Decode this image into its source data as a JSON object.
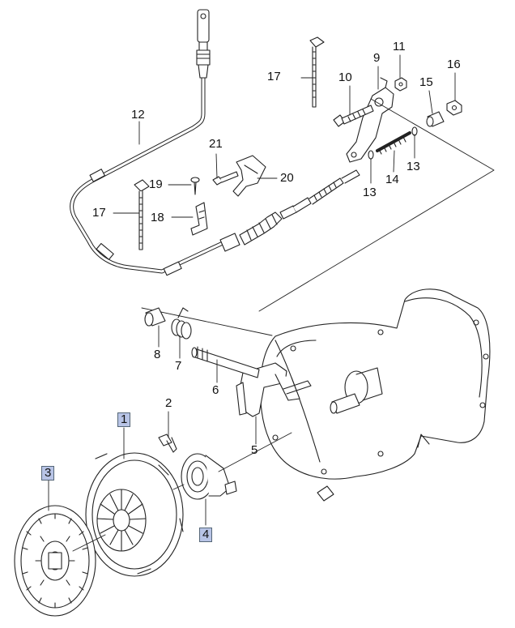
{
  "diagram": {
    "parts": [
      {
        "id": "p1",
        "number": "1",
        "highlighted": true
      },
      {
        "id": "p2",
        "number": "2",
        "highlighted": false
      },
      {
        "id": "p3",
        "number": "3",
        "highlighted": true
      },
      {
        "id": "p4",
        "number": "4",
        "highlighted": true
      },
      {
        "id": "p5",
        "number": "5",
        "highlighted": false
      },
      {
        "id": "p6",
        "number": "6",
        "highlighted": false
      },
      {
        "id": "p7",
        "number": "7",
        "highlighted": false
      },
      {
        "id": "p8",
        "number": "8",
        "highlighted": false
      },
      {
        "id": "p9",
        "number": "9",
        "highlighted": false
      },
      {
        "id": "p10",
        "number": "10",
        "highlighted": false
      },
      {
        "id": "p11",
        "number": "11",
        "highlighted": false
      },
      {
        "id": "p12",
        "number": "12",
        "highlighted": false
      },
      {
        "id": "p13a",
        "number": "13",
        "highlighted": false
      },
      {
        "id": "p13b",
        "number": "13",
        "highlighted": false
      },
      {
        "id": "p14",
        "number": "14",
        "highlighted": false
      },
      {
        "id": "p15",
        "number": "15",
        "highlighted": false
      },
      {
        "id": "p16",
        "number": "16",
        "highlighted": false
      },
      {
        "id": "p17a",
        "number": "17",
        "highlighted": false
      },
      {
        "id": "p17b",
        "number": "17",
        "highlighted": false
      },
      {
        "id": "p18",
        "number": "18",
        "highlighted": false
      },
      {
        "id": "p19",
        "number": "19",
        "highlighted": false
      },
      {
        "id": "p20",
        "number": "20",
        "highlighted": false
      },
      {
        "id": "p21",
        "number": "21",
        "highlighted": false
      }
    ],
    "colors": {
      "line": "#222222",
      "highlight_fill": "#b8c4e6",
      "highlight_border": "#556677",
      "background": "#ffffff"
    }
  }
}
